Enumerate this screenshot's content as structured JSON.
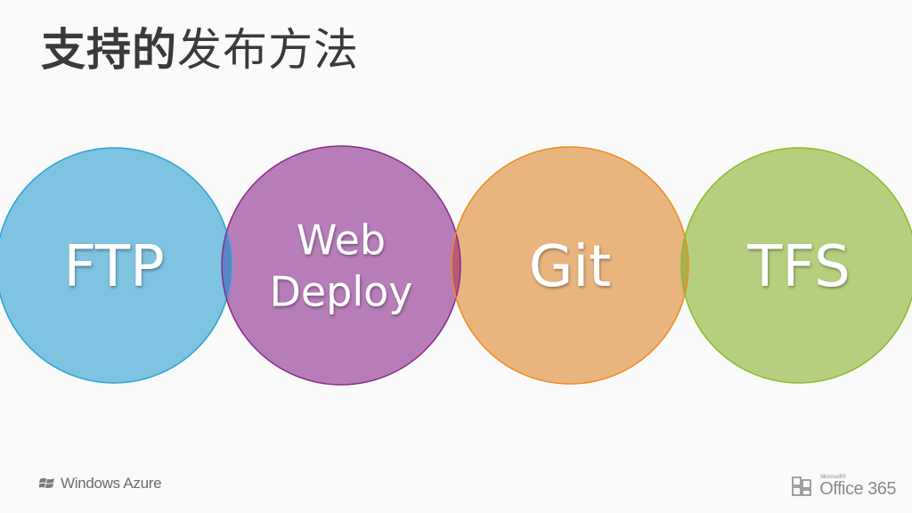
{
  "slide": {
    "title_bold": "支持的",
    "title_rest": "发布方法"
  },
  "methods": [
    {
      "lines": [
        "FTP"
      ],
      "fill": "#7ec3e0",
      "stroke": "#2aa5d8"
    },
    {
      "lines": [
        "Web",
        "Deploy"
      ],
      "fill": "#b77db9",
      "stroke": "#8a2a8a"
    },
    {
      "lines": [
        "Git"
      ],
      "fill": "#e8b57f",
      "stroke": "#f08a1e"
    },
    {
      "lines": [
        "TFS"
      ],
      "fill": "#b5cf7e",
      "stroke": "#8cbc28"
    }
  ],
  "overlaps": [
    "#5a84c4",
    "#b85a7a",
    "#a8b050"
  ],
  "footer": {
    "left_brand": "Windows Azure",
    "left_icon": "windows-flag-icon",
    "right_small": "Microsoft®",
    "right_brand": "Office 365",
    "right_icon": "office-logo-icon"
  }
}
